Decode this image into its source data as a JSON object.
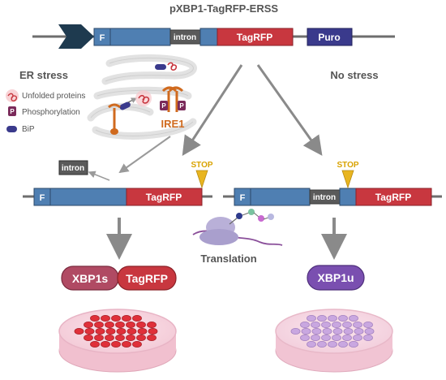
{
  "title": "pXBP1-TagRFP-ERSS",
  "top_construct": {
    "f": "F",
    "intron": "intron",
    "tagrfp": "TagRFP",
    "puro": "Puro"
  },
  "left_panel": {
    "heading": "ER stress",
    "legend": [
      "Unfolded proteins",
      "Phosphorylation",
      "BiP"
    ],
    "phospho_letter": "P",
    "ire1": "IRE1",
    "spliced_intron": "intron"
  },
  "right_panel": {
    "heading": "No stress"
  },
  "stop": "STOP",
  "left_construct": {
    "f": "F",
    "tagrfp": "TagRFP"
  },
  "right_construct": {
    "f": "F",
    "intron": "intron",
    "tagrfp": "TagRFP"
  },
  "translation": "Translation",
  "left_product": {
    "xbp1s": "XBP1s",
    "tagrfp": "TagRFP"
  },
  "right_product": {
    "xbp1u": "XBP1u"
  },
  "colors": {
    "blue": "#4f7fb2",
    "navy": "#1e3a4f",
    "red": "#c8373f",
    "puro": "#3a3a8c",
    "intron": "#5a5a5a",
    "stop": "#e8b520",
    "ire1": "#d06a1e",
    "xbp1s": "#b04a63",
    "xbp1u": "#7a4fb0",
    "dish_red_cells": "#e0303a",
    "dish_purple_cells": "#c9a7e0"
  }
}
